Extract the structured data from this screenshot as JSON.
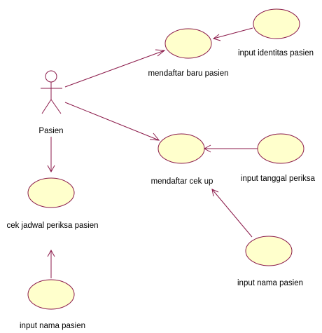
{
  "actor": {
    "label": "Pasien",
    "icon": "stick-figure-actor"
  },
  "use_cases": [
    {
      "id": "uc1",
      "label": "mendaftar baru pasien"
    },
    {
      "id": "uc2",
      "label": "input identitas pasien"
    },
    {
      "id": "uc3",
      "label": "mendaftar cek up"
    },
    {
      "id": "uc4",
      "label": "input tanggal periksa"
    },
    {
      "id": "uc5",
      "label": "input nama pasien"
    },
    {
      "id": "uc6",
      "label": "cek jadwal periksa pasien"
    },
    {
      "id": "uc7",
      "label": "input nama pasien"
    }
  ],
  "colors": {
    "line": "#8b1a4a",
    "fill": "#ffffcc"
  }
}
